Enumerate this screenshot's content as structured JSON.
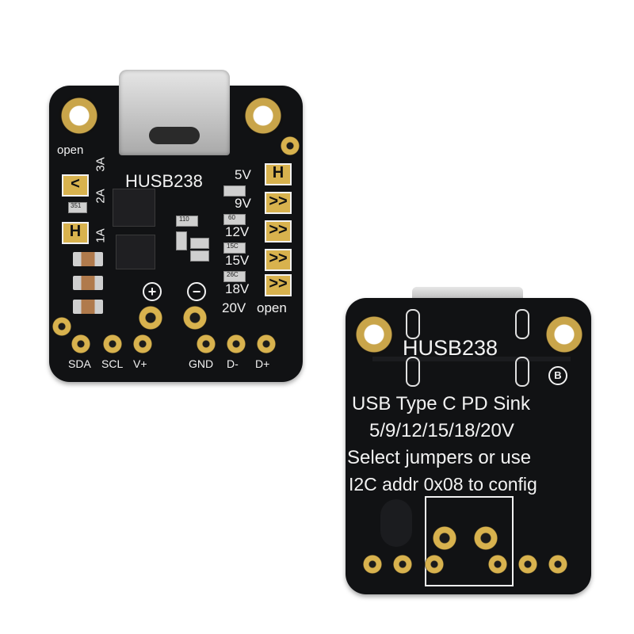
{
  "front": {
    "title": "HUSB238",
    "label_open_left": "open",
    "label_3a": "3A",
    "label_2a": "2A",
    "label_1a": "1A",
    "voltages": [
      "5V",
      "9V",
      "12V",
      "15V",
      "18V",
      "20V"
    ],
    "label_open_right": "open",
    "pins_left": [
      "SDA",
      "SCL",
      "V+"
    ],
    "pins_right": [
      "GND",
      "D-",
      "D+"
    ],
    "plus_symbol": "+",
    "minus_symbol": "−",
    "resistor_codes": [
      "351",
      "110",
      "60",
      "15C",
      "26C"
    ]
  },
  "back": {
    "title": "HUSB238",
    "line1": "USB Type C PD Sink",
    "line2": "5/9/12/15/18/20V",
    "line3": "Select jumpers or use",
    "line4": "I2C addr 0x08 to config",
    "badge": "B"
  },
  "colors": {
    "pcb": "#111214",
    "gold": "#d8b24e",
    "silkscreen": "#f2f2f2"
  }
}
